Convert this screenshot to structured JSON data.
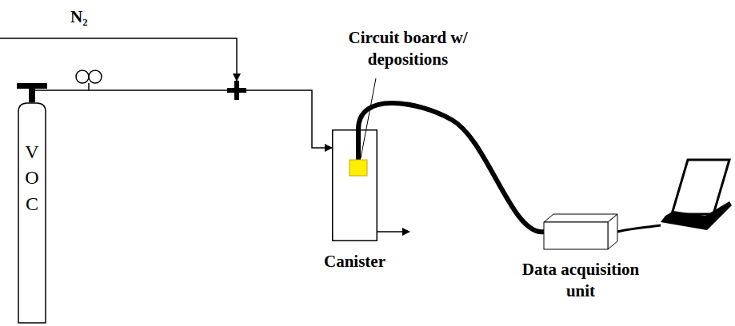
{
  "diagram": {
    "nodes": [
      {
        "text": [
          "V O C"
        ]
      },
      {
        "text": [
          "Canister"
        ]
      },
      {
        "text": [
          "Data acquisition unit"
        ]
      }
    ],
    "edges": [
      {
        "from": 0,
        "to": 1,
        "arrow": "to"
      },
      {
        "from": 1,
        "to": 2,
        "arrow": "none"
      }
    ],
    "labels": [
      "N₂",
      "Circuit board w/ depositions"
    ]
  }
}
